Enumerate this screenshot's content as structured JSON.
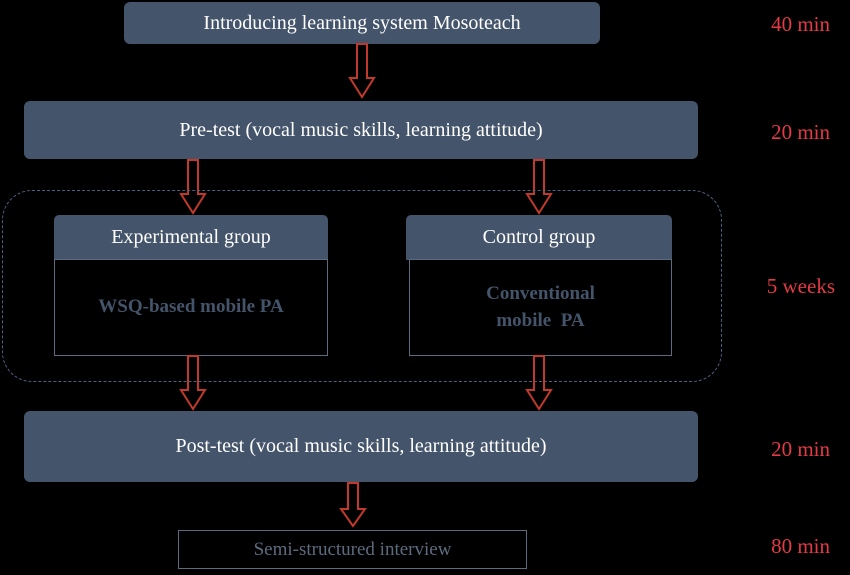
{
  "steps": {
    "intro": "Introducing learning system Mosoteach",
    "pretest": "Pre-test (vocal music skills, learning attitude)",
    "experimental_group": "Experimental group",
    "experimental_activity": "WSQ-based mobile PA",
    "control_group": "Control group",
    "control_activity": "Conventional mobile  PA",
    "posttest": "Post-test (vocal music skills, learning attitude)",
    "interview": "Semi-structured interview"
  },
  "durations": {
    "intro": "40 min",
    "pretest": "20 min",
    "intervention": "5 weeks",
    "posttest": "20 min",
    "interview": "80 min"
  },
  "colors": {
    "box_fill": "#44546a",
    "box_text": "#ffffff",
    "arrow": "#c0392b",
    "duration_text": "#e63946",
    "background": "#000000"
  }
}
